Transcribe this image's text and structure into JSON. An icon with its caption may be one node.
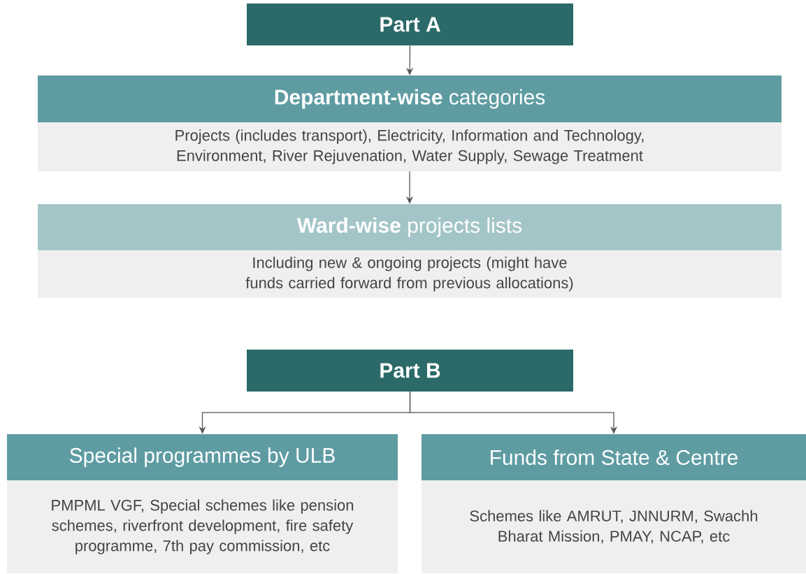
{
  "diagram": {
    "nodes": [
      {
        "text": [
          "Part A"
        ]
      },
      {
        "text": [
          "**Department-wise** categories",
          "Projects (includes transport), Electricity, Information and Technology, Environment, River Rejuvenation, Water Supply, Sewage Treatment"
        ]
      },
      {
        "text": [
          "**Ward-wise** projects lists",
          "Including new & ongoing projects (might have funds carried forward from previous allocations)"
        ]
      },
      {
        "text": [
          "Part B"
        ]
      },
      {
        "text": [
          "Special programmes by ULB",
          "PMPML VGF, Special schemes like pension schemes, riverfront development, fire safety programme, 7th pay commission, etc"
        ]
      },
      {
        "text": [
          "Funds from State & Centre",
          "Schemes like AMRUT, JNNURM, Swachh Bharat Mission, PMAY, NCAP, etc"
        ]
      }
    ],
    "edges": [
      {
        "from": 0,
        "to": 1,
        "arrow": "to"
      },
      {
        "from": 1,
        "to": 2,
        "arrow": "to"
      },
      {
        "from": 3,
        "to": 4,
        "arrow": "to"
      },
      {
        "from": 3,
        "to": 5,
        "arrow": "to"
      }
    ]
  }
}
